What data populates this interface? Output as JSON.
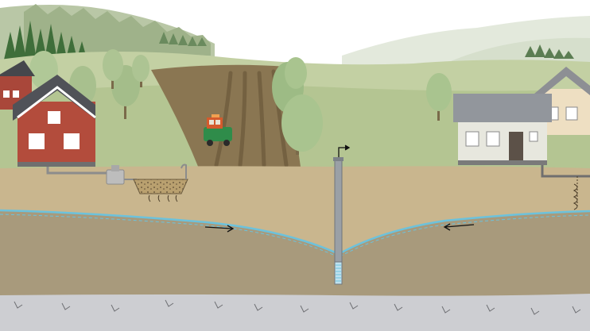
{
  "illustration": {
    "subject": "groundwater-well-cross-section",
    "elements": [
      "red-farmhouse",
      "septic-tank",
      "drainage-field",
      "tractor",
      "plowed-field",
      "drilled-well",
      "beige-house",
      "grey-roof-house",
      "groundwater-table",
      "flow-arrows",
      "bedrock",
      "forest-hills"
    ]
  },
  "colors": {
    "sky": "#ffffff",
    "hills_far": "#dfe6d6",
    "field": "#bccb9c",
    "plowed": "#8d7956",
    "soil": "#c8b58c",
    "aquifer": "#a89a7c",
    "bedrock": "#cacbce",
    "water_line": "#6cc2dc",
    "house_red": "#b34c3c",
    "roof_dark": "#505258",
    "house_beige": "#eedfc2",
    "well_casing": "#9aa0a6",
    "tractor": "#2f8c4a"
  },
  "icons": {
    "flow_left": "arrow-right-icon",
    "flow_right": "arrow-left-icon",
    "well_outlet": "arrow-right-icon"
  }
}
